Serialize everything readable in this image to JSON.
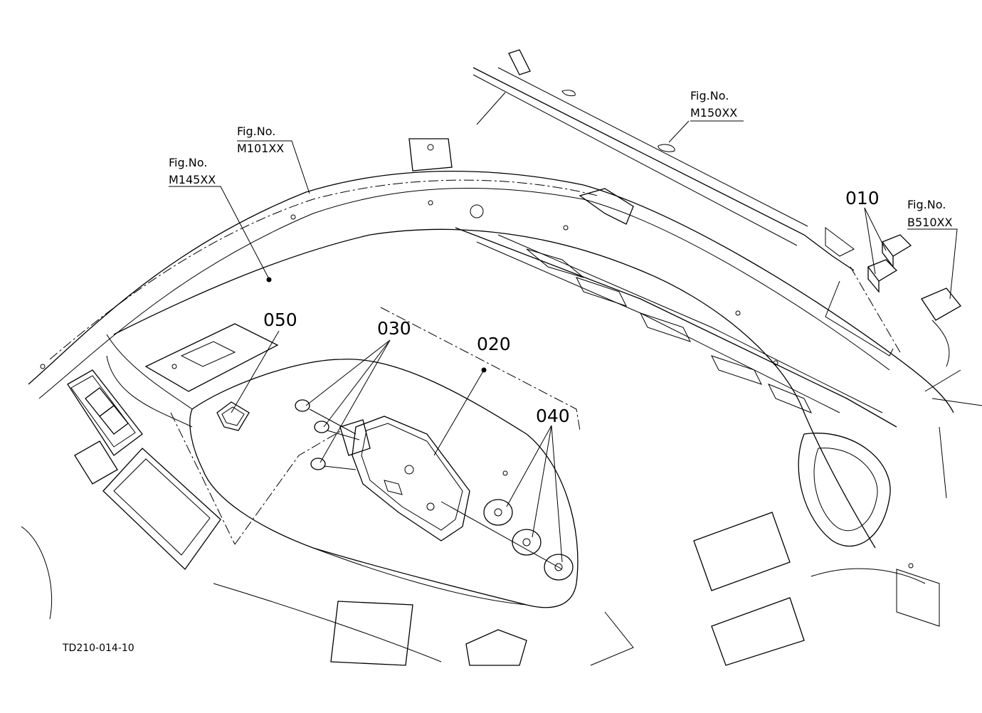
{
  "diagram": {
    "figure_refs": [
      {
        "id": "m101",
        "line1": "Fig.No.",
        "line2": "M101XX"
      },
      {
        "id": "m145",
        "line1": "Fig.No.",
        "line2": "M145XX"
      },
      {
        "id": "m150",
        "line1": "Fig.No.",
        "line2": "M150XX"
      },
      {
        "id": "b510",
        "line1": "Fig.No.",
        "line2": "B510XX"
      }
    ],
    "part_numbers": [
      "010",
      "020",
      "030",
      "040",
      "050"
    ],
    "drawing_code": "TD210-014-10"
  }
}
